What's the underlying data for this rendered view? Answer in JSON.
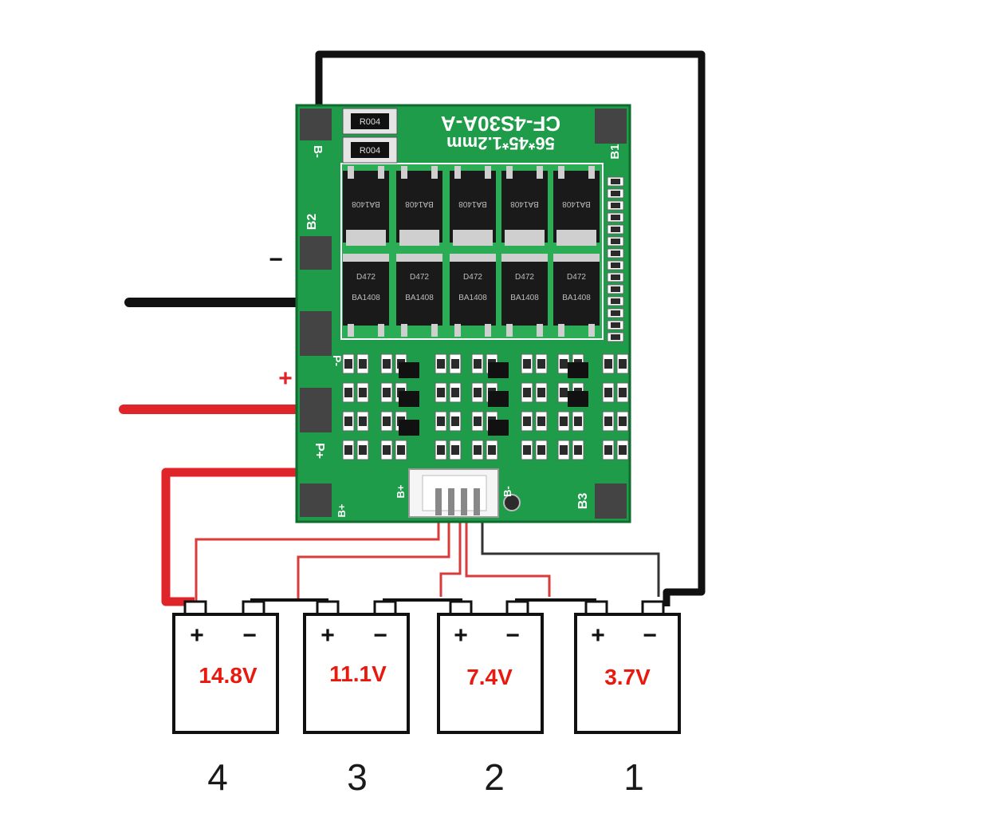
{
  "board": {
    "model": "CF-4S30A-A",
    "size": "56*45*1.2mm",
    "resistor_code": "R004",
    "mosfet_top_label": "BA1408",
    "mosfet_bottom_label": "D472"
  },
  "pads": {
    "b_minus": "B-",
    "b1": "B1",
    "b2": "B2",
    "b3": "B3",
    "p_minus": "P-",
    "p_plus": "P+",
    "b_plus": "B+"
  },
  "connector": {
    "left_label": "B+",
    "right_label": "B-"
  },
  "output": {
    "minus_sign": "−",
    "plus_sign": "+"
  },
  "cells": [
    {
      "index": "4",
      "voltage": "14.8V"
    },
    {
      "index": "3",
      "voltage": "11.1V"
    },
    {
      "index": "2",
      "voltage": "7.4V"
    },
    {
      "index": "1",
      "voltage": "3.7V"
    }
  ],
  "cell_terminals": {
    "plus": "+",
    "minus": "−"
  },
  "colors": {
    "pcb_green": "#1f9c4a",
    "pcb_dark": "#147a36",
    "wire_red": "#e0252a",
    "wire_black": "#111111",
    "voltage_text": "#e8190f"
  }
}
